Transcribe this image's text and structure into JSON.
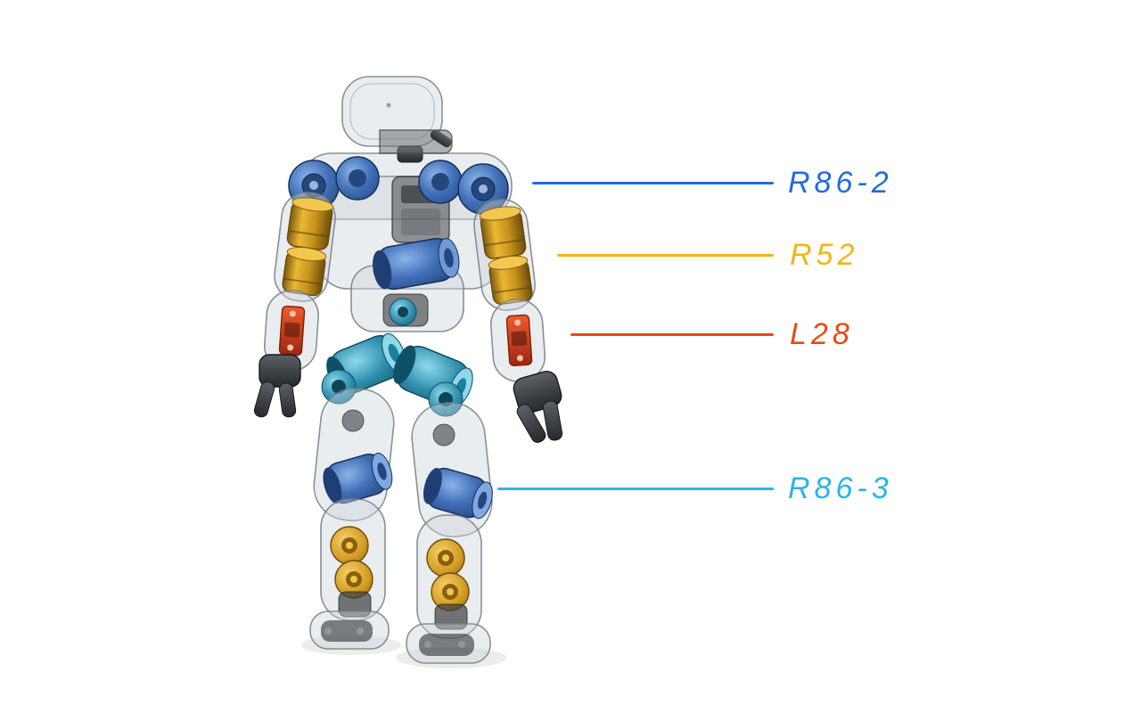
{
  "figure": {
    "background": "#ffffff",
    "annotations": [
      {
        "id": "r86-2",
        "label": "R86-2",
        "color": "#1e6be0",
        "target": "shoulder actuator"
      },
      {
        "id": "r52",
        "label": "R52",
        "color": "#f5b40f",
        "target": "elbow actuator"
      },
      {
        "id": "l28",
        "label": "L28",
        "color": "#ea4a10",
        "target": "forearm linear actuator"
      },
      {
        "id": "r86-3",
        "label": "R86-3",
        "color": "#2ab4ea",
        "target": "knee actuator"
      }
    ],
    "robot_colors": {
      "shell": "#d3d7da",
      "shoulder_actuators": "#3e6cb2",
      "elbow_actuators": "#d7a32a",
      "forearm_actuators": "#cf3f1c",
      "hip_knee_actuators": "#2f8fae",
      "shin_actuators": "#c8921f",
      "grippers_feet": "#3c4043"
    }
  }
}
